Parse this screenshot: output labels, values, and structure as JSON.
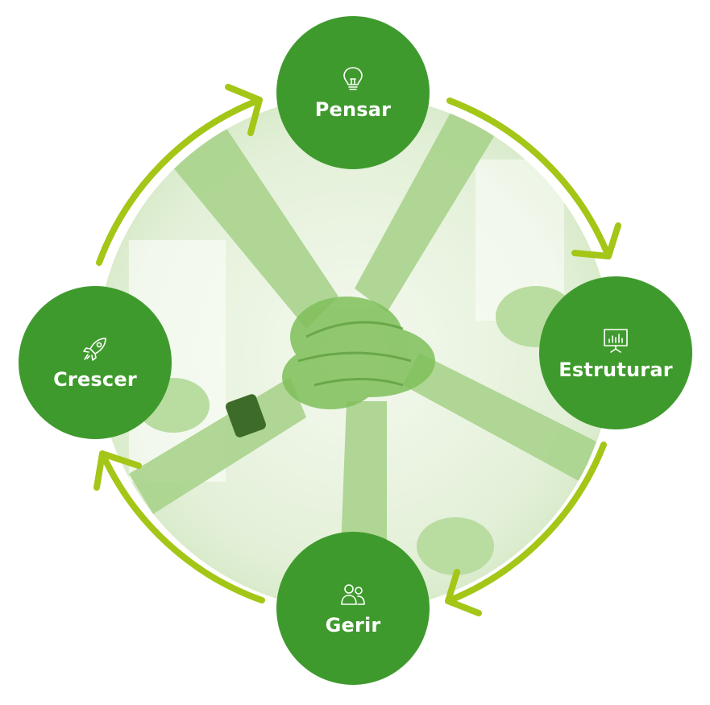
{
  "cycle": {
    "steps": [
      {
        "id": "pensar",
        "label": "Pensar",
        "icon": "lightbulb-icon"
      },
      {
        "id": "estruturar",
        "label": "Estruturar",
        "icon": "presentation-board-icon"
      },
      {
        "id": "gerir",
        "label": "Gerir",
        "icon": "people-icon"
      },
      {
        "id": "crescer",
        "label": "Crescer",
        "icon": "rocket-icon"
      }
    ],
    "colors": {
      "node_fill": "#3f9a2d",
      "arrow": "#a4c617",
      "photo_tint": "#7fbf5a",
      "text": "#ffffff"
    }
  }
}
